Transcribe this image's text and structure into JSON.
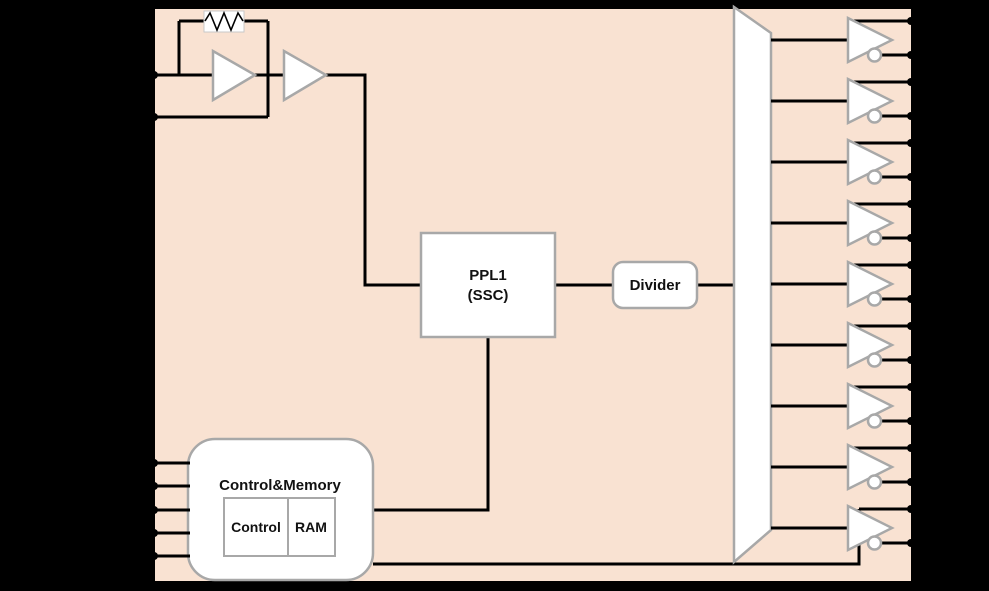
{
  "diagram": {
    "background_color": "#000000",
    "chip": {
      "fill": "#f9e2d2",
      "border_color": "#000000"
    },
    "block_style": {
      "fill": "#ffffff",
      "border_color": "#a8a8a8",
      "wire_color": "#000000"
    },
    "oscillator": {
      "input_pins": 2,
      "icons": [
        "resistor-zigzag-icon",
        "amplifier-triangle-icon",
        "buffer-triangle-icon"
      ]
    },
    "pll_block": {
      "label_line1": "PPL1",
      "label_line2": "(SSC)"
    },
    "divider_block": {
      "label": "Divider"
    },
    "control_memory_block": {
      "title": "Control&Memory",
      "sub_blocks": [
        {
          "label": "Control"
        },
        {
          "label": "RAM"
        }
      ],
      "input_pins": 5
    },
    "fanout_mux": {
      "shape": "trapezoid"
    },
    "outputs": {
      "buffer_count": 9,
      "pins_per_buffer": 2
    }
  }
}
